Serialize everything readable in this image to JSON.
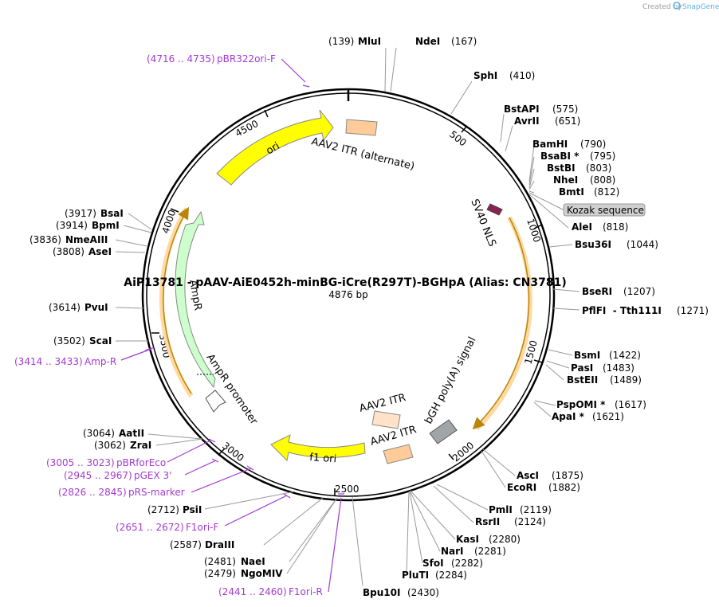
{
  "credit": "Created by",
  "brand": "SnapGene",
  "title": "AiP13781 - pAAV-AiE0452h-minBG-iCre(R297T)-BGHpA  (Alias: CN3781)",
  "length": "4876 bp",
  "ticks": [
    "500",
    "1000",
    "1500",
    "2000",
    "2500",
    "3000",
    "3500",
    "4000",
    "4500"
  ],
  "enzymes": [
    {
      "pos": "(139)",
      "name": "MluI"
    },
    {
      "pos": "(167)",
      "name": "NdeI"
    },
    {
      "pos": "(410)",
      "name": "SphI"
    },
    {
      "pos": "(575)",
      "name": "BstAPI"
    },
    {
      "pos": "(651)",
      "name": "AvrII"
    },
    {
      "pos": "(790)",
      "name": "BamHI"
    },
    {
      "pos": "(795)",
      "name": "BsaBI *"
    },
    {
      "pos": "(803)",
      "name": "BstBI"
    },
    {
      "pos": "(808)",
      "name": "NheI"
    },
    {
      "pos": "(812)",
      "name": "BmtI"
    },
    {
      "pos": "(818)",
      "name": "AleI"
    },
    {
      "pos": "(1044)",
      "name": "Bsu36I"
    },
    {
      "pos": "(1207)",
      "name": "BseRI"
    },
    {
      "pos": "(1271)",
      "name": "PflFI  - Tth111I"
    },
    {
      "pos": "(1422)",
      "name": "BsmI"
    },
    {
      "pos": "(1483)",
      "name": "PasI"
    },
    {
      "pos": "(1489)",
      "name": "BstEII"
    },
    {
      "pos": "(1617)",
      "name": "PspOMI *"
    },
    {
      "pos": "(1621)",
      "name": "ApaI *"
    },
    {
      "pos": "(1875)",
      "name": "AscI"
    },
    {
      "pos": "(1882)",
      "name": "EcoRI"
    },
    {
      "pos": "(2119)",
      "name": "PmlI"
    },
    {
      "pos": "(2124)",
      "name": "RsrII"
    },
    {
      "pos": "(2280)",
      "name": "KasI"
    },
    {
      "pos": "(2281)",
      "name": "NarI"
    },
    {
      "pos": "(2282)",
      "name": "SfoI"
    },
    {
      "pos": "(2284)",
      "name": "PluTI"
    },
    {
      "pos": "(2430)",
      "name": "Bpu10I"
    },
    {
      "pos": "(2481)",
      "name": "NaeI"
    },
    {
      "pos": "(2479)",
      "name": "NgoMIV"
    },
    {
      "pos": "(2587)",
      "name": "DraIII"
    },
    {
      "pos": "(2712)",
      "name": "PsiI"
    },
    {
      "pos": "(3062)",
      "name": "ZraI"
    },
    {
      "pos": "(3064)",
      "name": "AatII"
    },
    {
      "pos": "(3502)",
      "name": "ScaI"
    },
    {
      "pos": "(3614)",
      "name": "PvuI"
    },
    {
      "pos": "(3808)",
      "name": "AseI"
    },
    {
      "pos": "(3836)",
      "name": "NmeAIII"
    },
    {
      "pos": "(3914)",
      "name": "BpmI"
    },
    {
      "pos": "(3917)",
      "name": "BsaI"
    }
  ],
  "kozak": "Kozak sequence",
  "primers": [
    {
      "range": "(4716 .. 4735)",
      "name": "pBR322ori-F"
    },
    {
      "range": "(3414 .. 3433)",
      "name": "Amp-R"
    },
    {
      "range": "(3005 .. 3023)",
      "name": "pBRforEco"
    },
    {
      "range": "(2945 .. 2967)",
      "name": "pGEX 3'"
    },
    {
      "range": "(2826 .. 2845)",
      "name": "pRS-marker"
    },
    {
      "range": "(2651 .. 2672)",
      "name": "F1ori-F"
    },
    {
      "range": "(2441 .. 2460)",
      "name": "F1ori-R"
    }
  ],
  "features": {
    "itr_alt": "AAV2 ITR (alternate)",
    "ori": "ori",
    "ampr": "AmpR",
    "ampr_promoter": "AmpR promoter",
    "sv40": "SV40 NLS",
    "bgh": "bGH poly(A) signal",
    "itr1": "AAV2 ITR",
    "itr2": "AAV2 ITR",
    "f1ori": "f1 ori"
  },
  "colors": {
    "primer": "#a23ad1",
    "ori": "#ffff00",
    "ampr": "#ccffcc",
    "itr": "#ffcc99",
    "itr_light": "#ffe2c8",
    "bgh": "#a0a5a8",
    "sv40": "#8b2252",
    "orange_outline": "#ffd9a0",
    "cds_arrow": "#b8860b",
    "kozak_bg": "#d0d0d0"
  }
}
